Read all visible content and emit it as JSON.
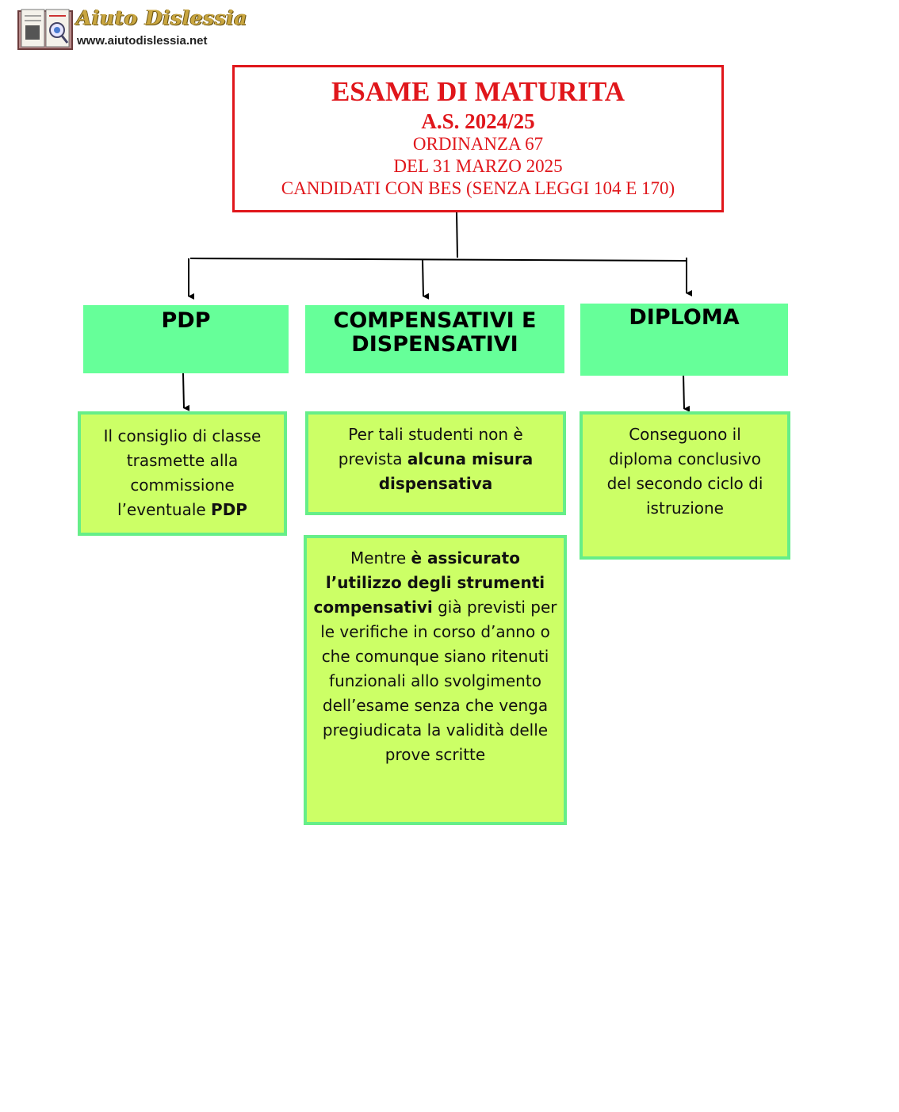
{
  "logo": {
    "title": "Aiuto Dislessia",
    "url": "www.aiutodislessia.net"
  },
  "header": {
    "line1": "ESAME DI MATURITA",
    "line2": "A.S. 2024/25",
    "line3": "ORDINANZA 67",
    "line4": "DEL 31 MARZO 2025",
    "line5": "CANDIDATI CON BES (SENZA LEGGI 104 E 170)"
  },
  "columns": {
    "pdp": {
      "heading": "PDP",
      "text_a": "Il consiglio di classe trasmette alla commissione l’eventuale ",
      "text_b": "PDP"
    },
    "compensativi": {
      "heading_l1": "COMPENSATIVI E",
      "heading_l2": "DISPENSATIVI",
      "box1_a": "Per tali studenti non è prevista ",
      "box1_b": "alcuna misura dispensativa",
      "box2_a": "Mentre ",
      "box2_b": "è assicurato l’utilizzo degli  strumenti compensativi",
      "box2_c": " già previsti per le verifiche in corso d’anno o che comunque siano ritenuti funzionali allo svolgimento dell’esame senza che venga pregiudicata la validità delle prove scritte"
    },
    "diploma": {
      "heading": "DIPLOMA",
      "text": "Conseguono il diploma conclusivo del secondo ciclo di istruzione"
    }
  },
  "colors": {
    "title_red": "#e0161b",
    "header_green": "#66ff99",
    "box_lime": "#ccff66",
    "box_border": "#66ee88"
  }
}
